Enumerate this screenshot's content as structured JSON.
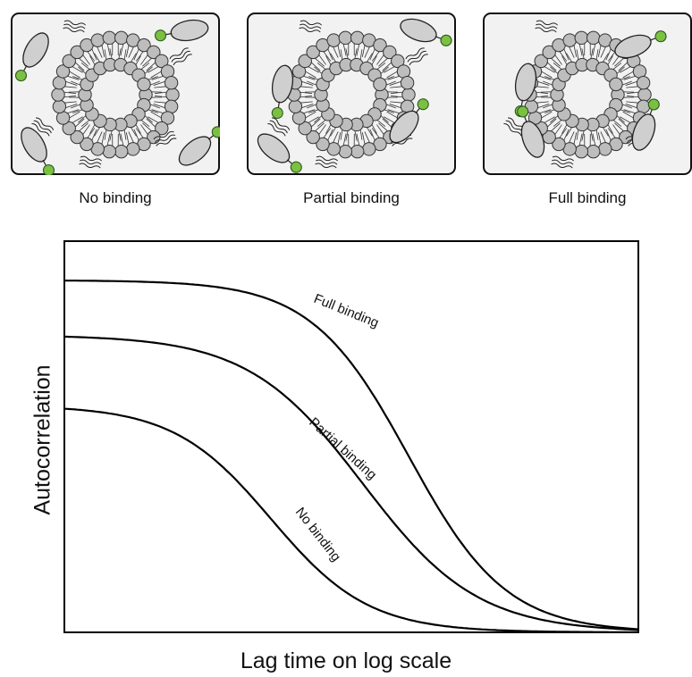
{
  "panels": [
    {
      "caption": "No binding",
      "state": "none"
    },
    {
      "caption": "Partial binding",
      "state": "partial"
    },
    {
      "caption": "Full binding",
      "state": "full"
    }
  ],
  "icons": [
    "vesicle-icon",
    "protein-icon",
    "fluorophore-icon"
  ],
  "colors": {
    "background": "#ffffff",
    "panel_fill": "#f2f2f2",
    "lipid_head": "#bdbdbd",
    "protein": "#cfcfcf",
    "fluorophore": "#7bc043",
    "line": "#000000"
  },
  "chart_data": {
    "type": "line",
    "xlabel": "Lag time on log scale",
    "ylabel": "Autocorrelation",
    "x_scale": "log",
    "grid": false,
    "legend": "none",
    "series": [
      {
        "name": "Full binding",
        "plateau": 0.9,
        "decay_position": 0.6
      },
      {
        "name": "Partial binding",
        "plateau": 0.76,
        "decay_position": 0.52
      },
      {
        "name": "No binding",
        "plateau": 0.58,
        "decay_position": 0.36
      }
    ]
  }
}
